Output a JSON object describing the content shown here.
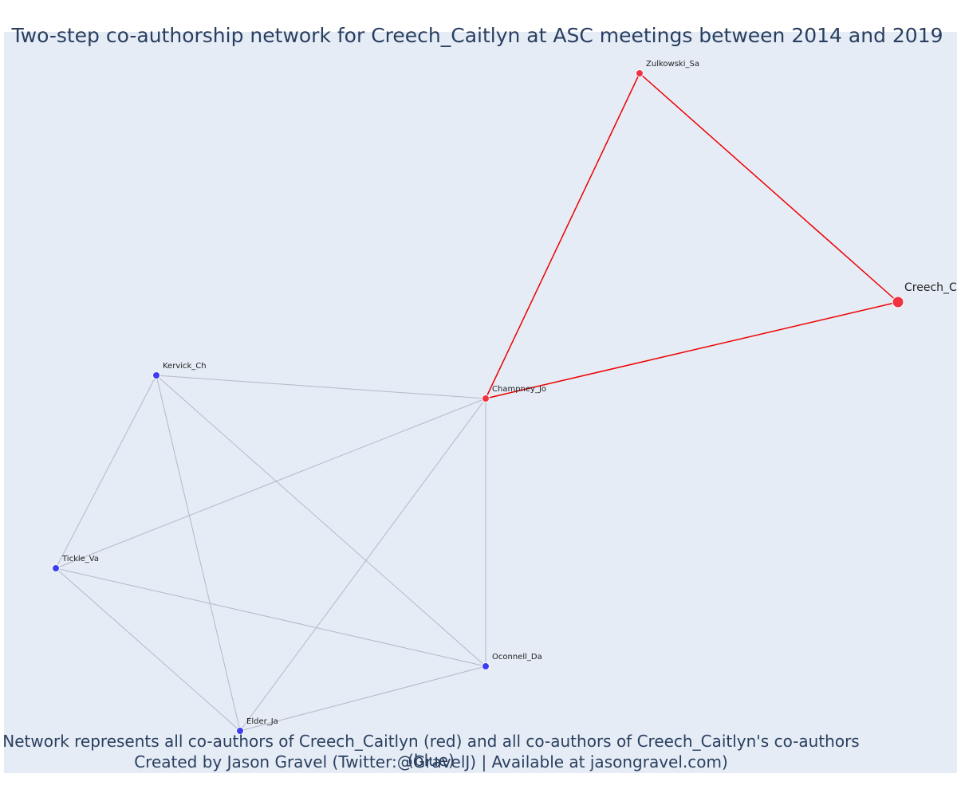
{
  "title": "Two-step co-authorship network for Creech_Caitlyn at ASC meetings between 2014 and 2019",
  "caption": {
    "line1": "Network represents all co-authors of Creech_Caitlyn (red) and all co-authors of Creech_Caitlyn's co-authors (blue)",
    "line2": "Created by Jason Gravel (Twitter:@GravelJ) | Available at jasongravel.com)"
  },
  "colors": {
    "ego": "#ef3340",
    "alter": "#3d3df0",
    "ego_edge": "#ee0000",
    "other_edge": "#b4b8c8",
    "background": "#e5ecf6"
  },
  "network": {
    "nodes": [
      {
        "id": "Creech_Caitlyn",
        "label": "Creech_C",
        "group": "ego"
      },
      {
        "id": "Zulkowski_Sa",
        "label": "Zulkowski_Sa",
        "group": "coauthor"
      },
      {
        "id": "Champney_Jo",
        "label": "Champney_Jo",
        "group": "coauthor"
      },
      {
        "id": "Kervick_Ch",
        "label": "Kervick_Ch",
        "group": "second"
      },
      {
        "id": "Tickle_Va",
        "label": "Tickle_Va",
        "group": "second"
      },
      {
        "id": "Oconnell_Da",
        "label": "Oconnell_Da",
        "group": "second"
      },
      {
        "id": "Elder_Ja",
        "label": "Elder_Ja",
        "group": "second"
      }
    ],
    "edges": [
      {
        "source": "Zulkowski_Sa",
        "target": "Creech_Caitlyn",
        "type": "ego"
      },
      {
        "source": "Zulkowski_Sa",
        "target": "Champney_Jo",
        "type": "ego"
      },
      {
        "source": "Champney_Jo",
        "target": "Creech_Caitlyn",
        "type": "ego"
      },
      {
        "source": "Kervick_Ch",
        "target": "Champney_Jo",
        "type": "other"
      },
      {
        "source": "Kervick_Ch",
        "target": "Tickle_Va",
        "type": "other"
      },
      {
        "source": "Kervick_Ch",
        "target": "Elder_Ja",
        "type": "other"
      },
      {
        "source": "Kervick_Ch",
        "target": "Oconnell_Da",
        "type": "other"
      },
      {
        "source": "Champney_Jo",
        "target": "Tickle_Va",
        "type": "other"
      },
      {
        "source": "Champney_Jo",
        "target": "Elder_Ja",
        "type": "other"
      },
      {
        "source": "Champney_Jo",
        "target": "Oconnell_Da",
        "type": "other"
      },
      {
        "source": "Tickle_Va",
        "target": "Oconnell_Da",
        "type": "other"
      },
      {
        "source": "Tickle_Va",
        "target": "Elder_Ja",
        "type": "other"
      },
      {
        "source": "Elder_Ja",
        "target": "Oconnell_Da",
        "type": "other"
      }
    ]
  }
}
